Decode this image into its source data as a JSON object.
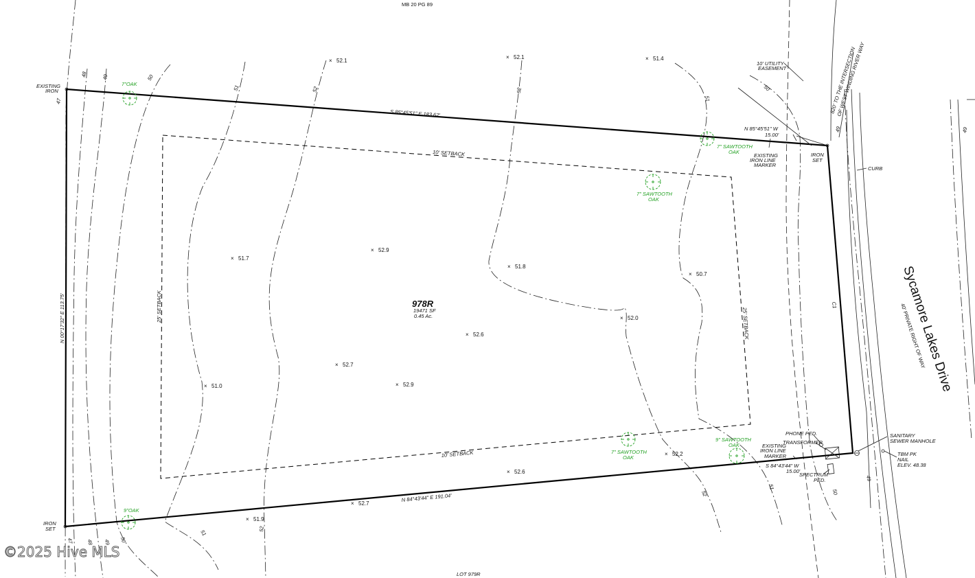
{
  "header": {
    "book_ref": "MB 20 PG 89"
  },
  "lot": {
    "number": "978R",
    "area_sf": "19471 SF",
    "area_ac": "0.45 Ac."
  },
  "bearings": {
    "north": "S 85°45'51\" E  183.62'",
    "south": "N 84°43'44\" E  191.04'",
    "west": "N 00°17'32\" E  113.75'",
    "east": "C1",
    "ne_bearing": "N 85°45'51\" W",
    "ne_distance": "15.00'",
    "se_bearing": "S 84°43'44\" W",
    "se_distance": "15.00'"
  },
  "setbacks": {
    "front": "10' SETBACK",
    "rear": "10' SETBACK",
    "left": "25' SETBACK",
    "right": "25' SETBACK"
  },
  "street": {
    "name": "Sycamore Lakes Drive",
    "row": "40' PRIVATE RIGHT OF WAY",
    "curb": "CURB"
  },
  "notes": {
    "intersection_1": "820' TO THE INTERSECTION",
    "intersection_2": "OF WEST WINDING RIVER WAY",
    "easement_1": "10' UTILITY",
    "easement_2": "EASEMENT",
    "existing_iron_1": "EXISTING",
    "existing_iron_2": "IRON",
    "iron_set_1": "IRON",
    "iron_set_2": "SET",
    "iron_set_b1": "IRON",
    "iron_set_b2": "SET",
    "ne_marker_1": "EXISTING",
    "ne_marker_2": "IRON LINE",
    "ne_marker_3": "MARKER",
    "se_marker_1": "EXISTING",
    "se_marker_2": "IRON LINE",
    "se_marker_3": "MARKER",
    "phone_ped": "PHONE PED.",
    "transformer": "TRANSFORMER",
    "spectrum_1": "SPECTRUM",
    "spectrum_2": "PED.",
    "manhole_1": "SANITARY",
    "manhole_2": "SEWER MANHOLE",
    "tbm_1": "TBM PK",
    "tbm_2": "NAIL",
    "tbm_3": "ELEV. 48.38",
    "lot_below": "LOT 979R"
  },
  "trees": {
    "t1": "7\"OAK",
    "t2a": "7\" SAWTOOTH",
    "t2b": "OAK",
    "t3a": "7\" SAWTOOTH",
    "t3b": "OAK",
    "t4a": "7\" SAWTOOTH",
    "t4b": "OAK",
    "t5a": "9\" SAWTOOTH",
    "t5b": "OAK",
    "t6": "9\"OAK"
  },
  "spot_elevations": {
    "e1": "52.1",
    "e2": "52.1",
    "e3": "51.4",
    "e4": "51.7",
    "e5": "52.9",
    "e6": "51.8",
    "e7": "50.7",
    "e8": "52.0",
    "e9": "52.6",
    "e10": "52.7",
    "e11": "51.0",
    "e12": "52.9",
    "e13": "52.2",
    "e14": "52.6",
    "e15": "52.7",
    "e16": "51.9"
  },
  "contours": {
    "c47a": "47",
    "c48": "48",
    "c49a": "49",
    "c50a": "50",
    "c51a": "51",
    "c52a": "52",
    "c52b": "52",
    "c51b": "51",
    "c50b": "50",
    "c49b": "49",
    "c49c": "49",
    "c47b": "47",
    "c48b": "48",
    "c49d": "49",
    "c50c": "50",
    "c51c": "51",
    "c52c": "52",
    "c52d": "52",
    "c51d": "51",
    "c50d": "50",
    "c49e": "49"
  },
  "watermark": "©2025 Hive MLS"
}
